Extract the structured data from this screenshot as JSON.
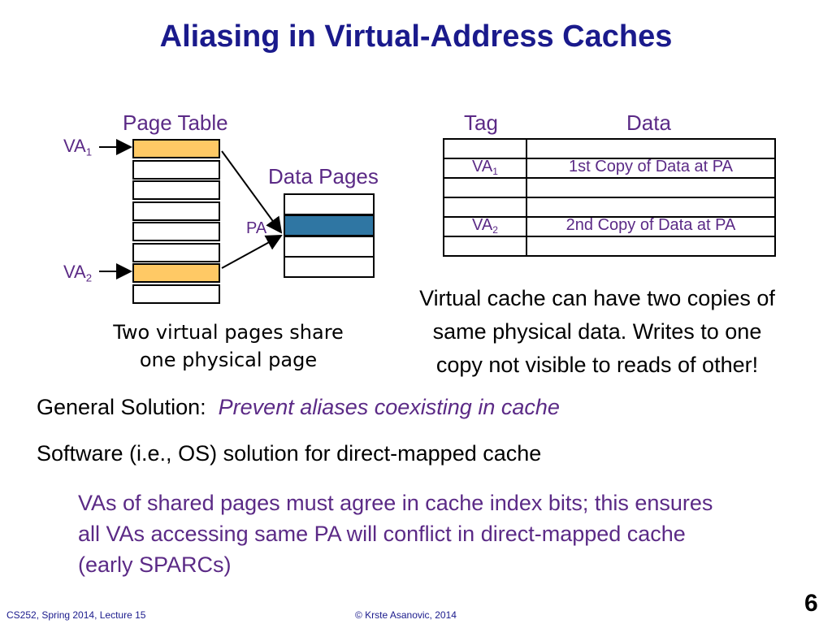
{
  "title": "Aliasing in Virtual-Address Caches",
  "page_table": {
    "heading": "Page Table",
    "va1_base": "VA",
    "va1_sub": "1",
    "va2_base": "VA",
    "va2_sub": "2",
    "highlight_color": "#ffc965"
  },
  "data_pages": {
    "heading": "Data Pages",
    "pa_label": "PA",
    "highlight_color": "#2f76a3"
  },
  "cache": {
    "tag_header": "Tag",
    "data_header": "Data",
    "rows": [
      {
        "tag_base": "",
        "tag_sub": "",
        "data": ""
      },
      {
        "tag_base": "VA",
        "tag_sub": "1",
        "data": "1st Copy of Data at PA"
      },
      {
        "tag_base": "",
        "tag_sub": "",
        "data": ""
      },
      {
        "tag_base": "",
        "tag_sub": "",
        "data": ""
      },
      {
        "tag_base": "VA",
        "tag_sub": "2",
        "data": "2nd Copy of Data at PA"
      },
      {
        "tag_base": "",
        "tag_sub": "",
        "data": ""
      }
    ]
  },
  "captions": {
    "left_line1": "Two virtual pages share",
    "left_line2": "one physical page",
    "right_line1": "Virtual cache can have two copies of",
    "right_line2": "same physical data. Writes to one",
    "right_line3": "copy not visible to reads of other!"
  },
  "body": {
    "general_label": "General Solution:",
    "general_text": "Prevent aliases coexisting in cache",
    "software_line": "Software (i.e., OS) solution for direct-mapped cache",
    "detail_line1": "VAs of shared pages must agree in cache index bits; this ensures",
    "detail_line2": "all VAs accessing same PA will conflict in direct-mapped cache",
    "detail_line3": "(early SPARCs)"
  },
  "footer": {
    "course": "CS252, Spring 2014, Lecture 15",
    "copyright": "© Krste Asanovic, 2014",
    "slide_number": "6"
  },
  "colors": {
    "title": "#1a1a8c",
    "accent": "#5b2a86"
  }
}
